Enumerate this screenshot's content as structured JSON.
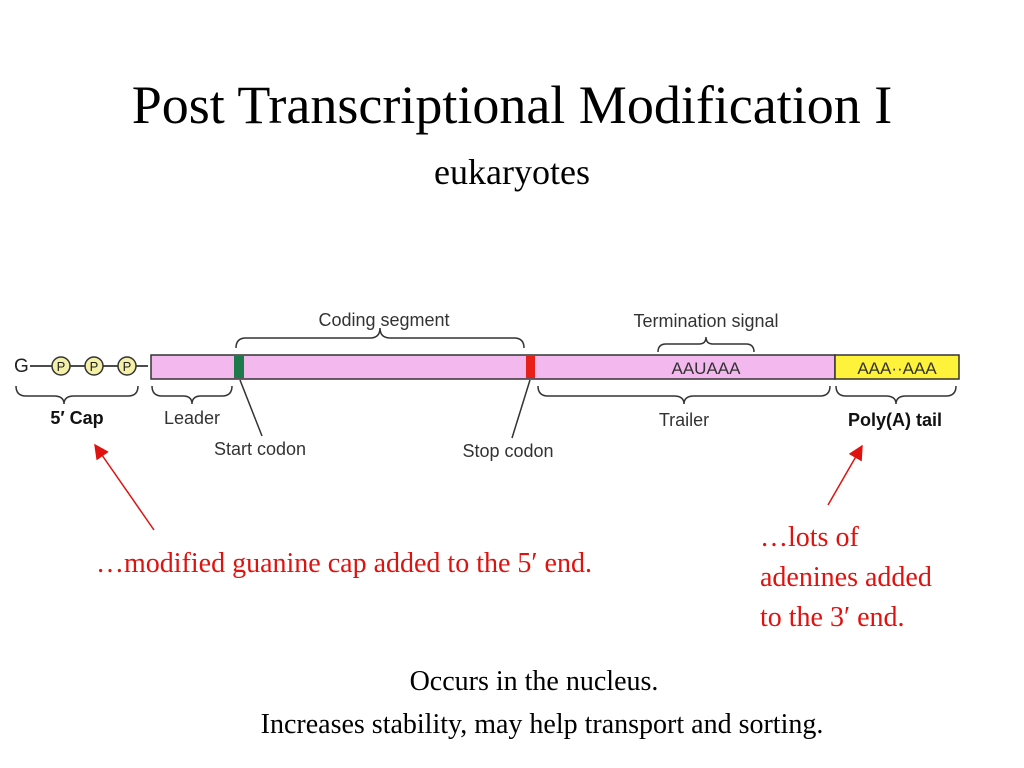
{
  "title": "Post Transcriptional Modification I",
  "subtitle": "eukaryotes",
  "diagram": {
    "g_label": "G",
    "phosphate_label": "P",
    "cap_label": "5′ Cap",
    "leader_label": "Leader",
    "start_codon_label": "Start codon",
    "coding_segment_label": "Coding segment",
    "stop_codon_label": "Stop codon",
    "termination_signal_label": "Termination signal",
    "signal_sequence": "AAUAAA",
    "trailer_label": "Trailer",
    "poly_a_sequence": "AAA··AAA",
    "poly_a_label": "Poly(A) tail",
    "colors": {
      "mrna_fill": "#f3b8ee",
      "poly_a_fill": "#fff23a",
      "start_codon": "#1c7a4d",
      "stop_codon": "#e8201a",
      "phosphate_fill": "#f4f0a8"
    }
  },
  "notes": {
    "cap": "…modified guanine cap added to the 5′ end.",
    "poly_a_line1": "…lots of",
    "poly_a_line2": "adenines added",
    "poly_a_line3": "to the 3′ end."
  },
  "footer": {
    "line1": "Occurs in the nucleus.",
    "line2": "Increases stability, may help transport and sorting."
  }
}
